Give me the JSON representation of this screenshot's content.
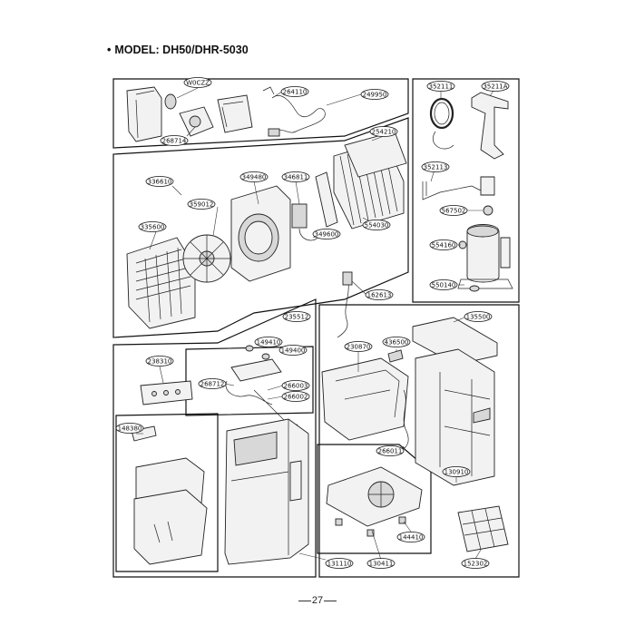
{
  "header": {
    "bullet": "•",
    "title": "MODEL: DH50/DHR-5030"
  },
  "footer": {
    "page_number": "27"
  },
  "parts": {
    "p_w0czz": "W0CZZ",
    "p_264110": "264110",
    "p_249950": "249950",
    "p_268714": "268714",
    "p_352111": "352111",
    "p_35211a": "35211A",
    "p_254210": "254210",
    "p_336610": "336610",
    "p_349480": "349480",
    "p_346811": "346811",
    "p_359012": "359012",
    "p_335600": "335600",
    "p_349600": "349600",
    "p_554030": "554030",
    "p_352113": "352113",
    "p_567502": "567502",
    "p_554160": "554160",
    "p_550140": "550140",
    "p_162613": "162613",
    "p_235512": "235512",
    "p_135500": "135500",
    "p_149410": "149410",
    "p_149400": "149400",
    "p_230870": "230870",
    "p_436500": "436500",
    "p_238310": "238310",
    "p_268712": "268712",
    "p_266003": "266003",
    "p_266002": "266002",
    "p_148380": "148380",
    "p_266011": "266011",
    "p_130910": "130910",
    "p_144410": "144410",
    "p_131110": "131110",
    "p_130411": "130411",
    "p_152302": "152302"
  }
}
